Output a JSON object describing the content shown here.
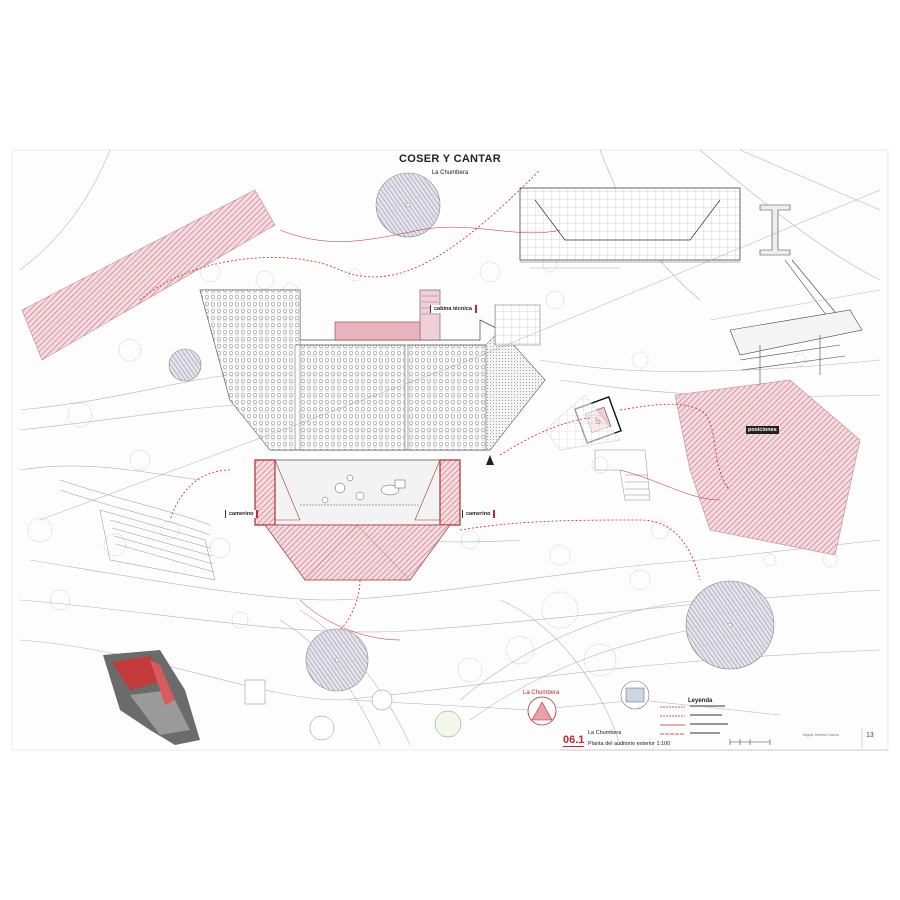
{
  "title": "COSER Y CANTAR",
  "subtitle": "La Chumbera",
  "labels": {
    "cabina": "cabina técnica",
    "camerino_left": "camerino",
    "camerino_right": "camerino",
    "posiciones": "posiciones"
  },
  "legend": {
    "heading": "Leyenda",
    "site_name": "La Chumbera"
  },
  "plate": {
    "number": "06.1",
    "name": "La Chumbera",
    "description": "Planta del auditorio exterior 1:100",
    "page": "13",
    "author": "Miguel Jiménez García"
  },
  "colors": {
    "accent_red": "#c0282e",
    "hatch_red": "#d98a96",
    "hatch_grey": "#a9a6b6",
    "line": "#8a8a8a"
  }
}
